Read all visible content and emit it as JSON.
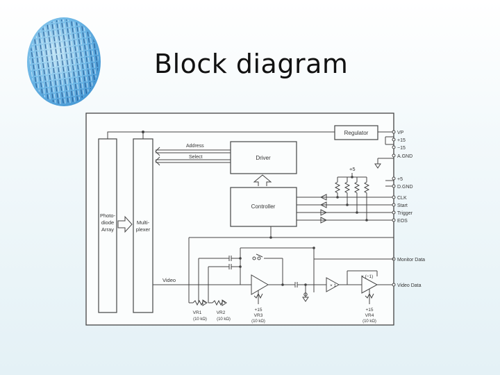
{
  "slide": {
    "title": "Block diagram"
  },
  "logo": {
    "icon": "wafer-image-icon"
  },
  "diagram": {
    "blocks": {
      "photodiode": [
        "Photo-",
        "diode",
        "Array"
      ],
      "multiplexer": [
        "Multi-",
        "plexer"
      ],
      "driver": "Driver",
      "controller": "Controller",
      "regulator": "Regulator"
    },
    "signals": {
      "address": "Address",
      "select": "Select",
      "video": "Video",
      "plus5_top": "+5",
      "x1": "× 1",
      "xm1": "× (−1)"
    },
    "pins": [
      {
        "label": "VP"
      },
      {
        "label": "+15"
      },
      {
        "label": "−15"
      },
      {
        "label": "A.GND"
      },
      {
        "label": "+5"
      },
      {
        "label": "D.GND"
      },
      {
        "label": "CLK"
      },
      {
        "label": "Start"
      },
      {
        "label": "Trigger"
      },
      {
        "label": "EOS"
      },
      {
        "label": "Monitor Data"
      },
      {
        "label": "Video Data"
      }
    ],
    "pots": {
      "vr1": [
        "VR1",
        "(10 kΩ)"
      ],
      "vr2": [
        "VR2",
        "(10 kΩ)"
      ],
      "vr3": [
        "+15",
        "VR3",
        "(10 kΩ)"
      ],
      "vr4": [
        "+15",
        "VR4",
        "(10 kΩ)"
      ]
    }
  }
}
